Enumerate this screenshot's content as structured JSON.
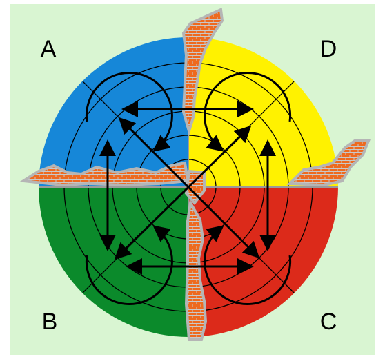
{
  "labels": {
    "top_left": "A",
    "bottom_left": "B",
    "bottom_right": "C",
    "top_right": "D"
  },
  "colors": {
    "background": "#d9f5d2",
    "quadrant_a": "#1687d8",
    "quadrant_b": "#0b8a2b",
    "quadrant_c": "#dc2a1a",
    "quadrant_d": "#fff200",
    "wall_brick": "#ee6a1f",
    "wall_mortar": "#b9b9b9",
    "lines": "#000000"
  },
  "icons": {
    "wall": "brick-wall",
    "flow": "bidirectional-arrow"
  }
}
